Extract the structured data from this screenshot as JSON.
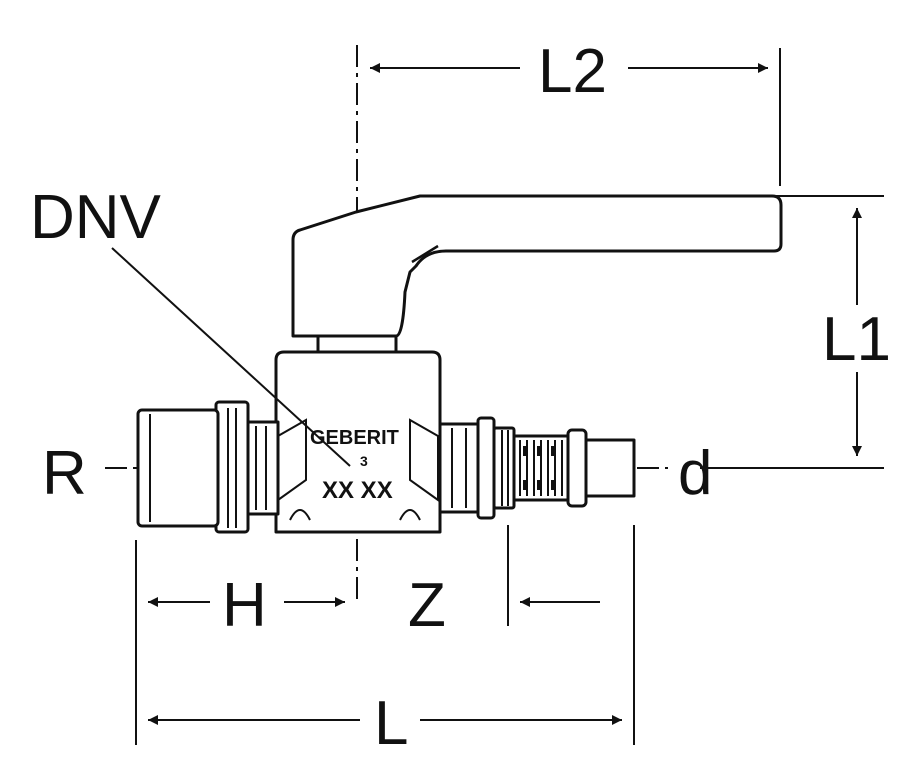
{
  "labels": {
    "dnv": "DNV",
    "l2": "L2",
    "l1": "L1",
    "r": "R",
    "d": "d",
    "h": "H",
    "z": "Z",
    "l": "L"
  },
  "body_marking": {
    "brand": "GEBERIT",
    "code": "XX XX",
    "size": "3"
  }
}
